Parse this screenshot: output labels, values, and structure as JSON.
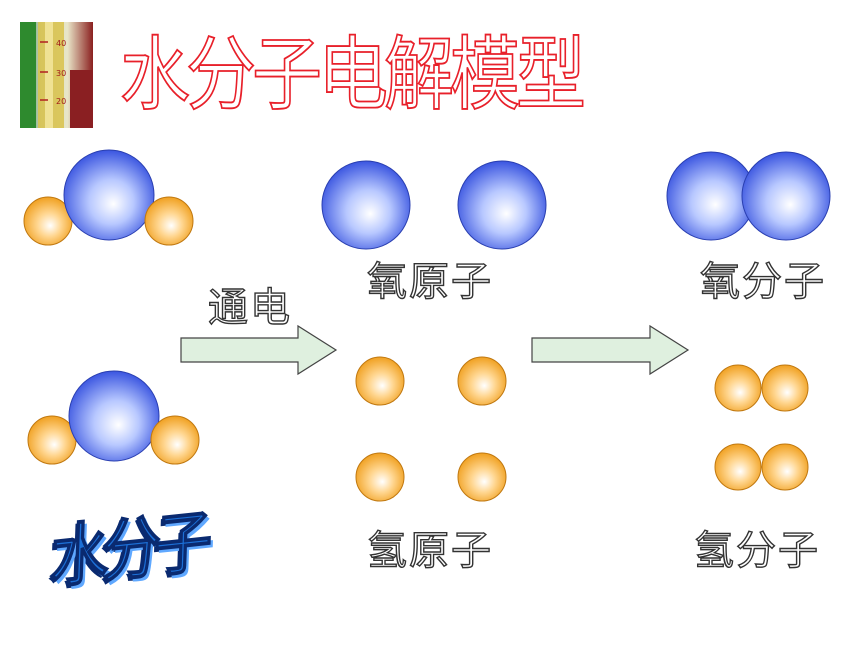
{
  "title": "水分子电解模型",
  "labels": {
    "electrify": "通电",
    "oxygen_atom": "氧原子",
    "oxygen_molecule": "氧分子",
    "hydrogen_atom": "氢原子",
    "hydrogen_molecule": "氢分子",
    "water_molecule": "水分子"
  },
  "thumbnail": {
    "icon": "test-tubes-image",
    "scale_marks": [
      "40",
      "30",
      "20"
    ]
  },
  "colors": {
    "title_outline": "#e8202a",
    "oxygen": "#4a66e8",
    "hydrogen": "#f0a030",
    "arrow_fill": "#dff0df",
    "label_outline": "#333333",
    "wordart_blue": "#1c6fd6"
  }
}
